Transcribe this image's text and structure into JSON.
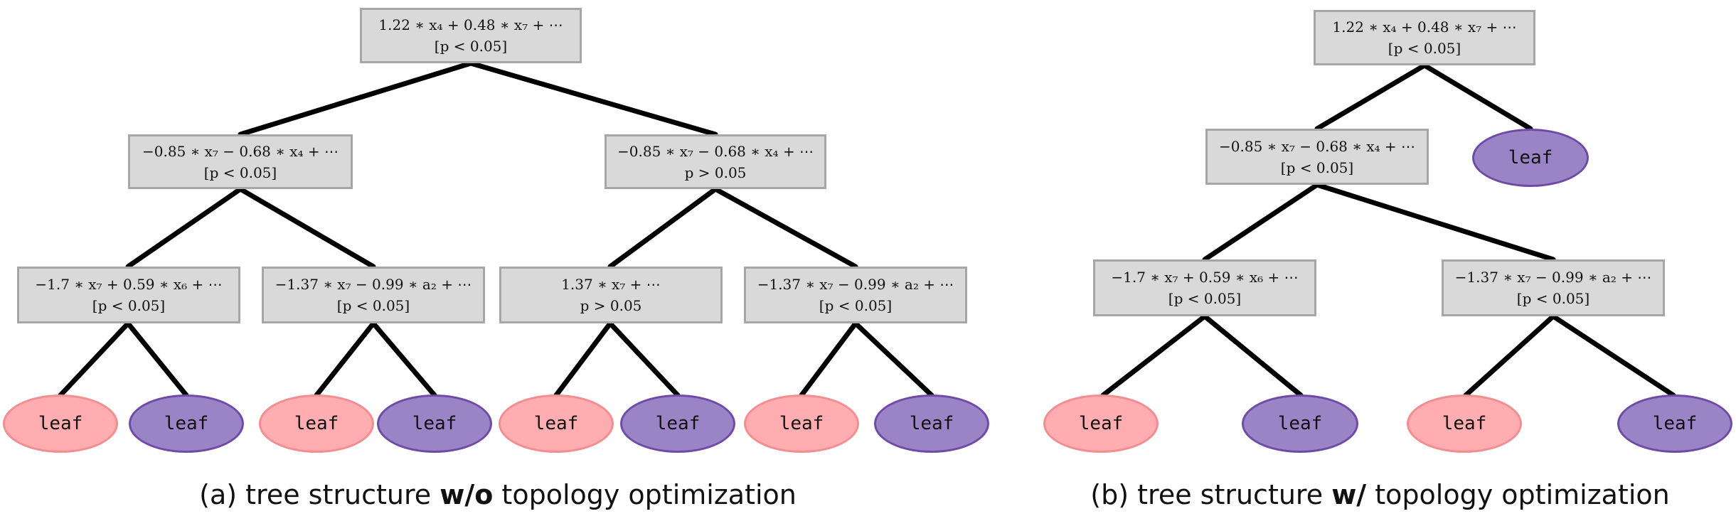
{
  "left_tree": {
    "root": {
      "formula": "1.22 ∗ x₄ + 0.48 ∗ x₇ + ⋯",
      "condition": "[p < 0.05]"
    },
    "mid_left": {
      "formula": "−0.85 ∗ x₇ − 0.68 ∗ x₄ + ⋯",
      "condition": "[p < 0.05]"
    },
    "mid_right": {
      "formula": "−0.85 ∗ x₇ − 0.68 ∗ x₄ + ⋯",
      "condition": "p > 0.05"
    },
    "ll": {
      "formula": "−1.7 ∗ x₇ + 0.59 ∗ x₆ + ⋯",
      "condition": "[p < 0.05]"
    },
    "lr": {
      "formula": "−1.37 ∗ x₇ − 0.99 ∗ a₂ + ⋯",
      "condition": "[p < 0.05]"
    },
    "rl": {
      "formula": "1.37 ∗ x₇ + ⋯",
      "condition": "p > 0.05"
    },
    "rr": {
      "formula": "−1.37 ∗ x₇ − 0.99 ∗ a₂ + ⋯",
      "condition": "[p < 0.05]"
    },
    "leaf_label": "leaf",
    "caption_pre": "(a) tree structure",
    "caption_bold": "w/o",
    "caption_post": "topology optimization"
  },
  "right_tree": {
    "root": {
      "formula": "1.22 ∗ x₄ + 0.48 ∗ x₇ + ⋯",
      "condition": "[p < 0.05]"
    },
    "mid": {
      "formula": "−0.85 ∗ x₇ − 0.68 ∗ x₄ + ⋯",
      "condition": "[p < 0.05]"
    },
    "bl": {
      "formula": "−1.7 ∗ x₇ + 0.59 ∗ x₆ + ⋯",
      "condition": "[p < 0.05]"
    },
    "br": {
      "formula": "−1.37 ∗ x₇ − 0.99 ∗ a₂ + ⋯",
      "condition": "[p < 0.05]"
    },
    "leaf_label": "leaf",
    "caption_pre": "(b) tree structure",
    "caption_bold": "w/",
    "caption_post": "topology optimization"
  },
  "colors": {
    "node_fill": "#d9d9d9",
    "node_border": "#a6a6a6",
    "leaf_pink": "#ffadb0",
    "leaf_purple": "#9b84c6",
    "edge": "#000000"
  }
}
